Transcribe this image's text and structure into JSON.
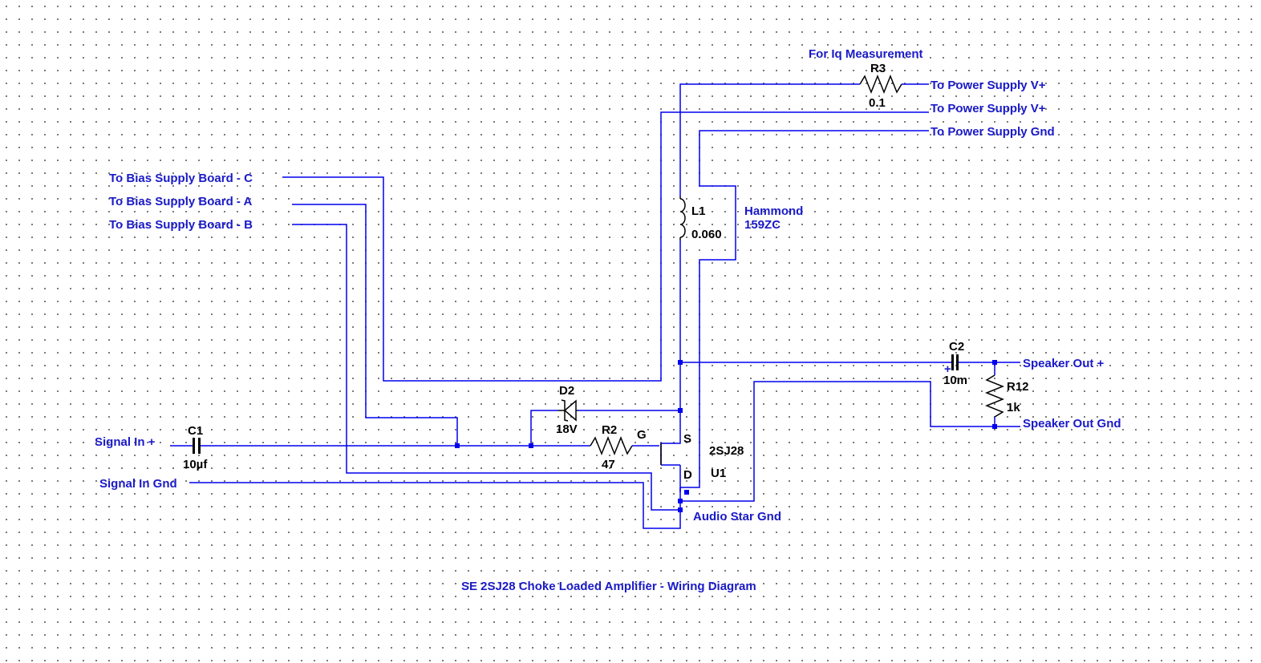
{
  "title": "SE 2SJ28 Choke Loaded Amplifier - Wiring Diagram",
  "nets": {
    "iq_note": "For Iq Measurement",
    "psu_vplus_1": "To Power Supply V+",
    "psu_vplus_2": "To Power Supply V+",
    "psu_gnd": "To Power Supply Gnd",
    "bias_c": "To Bias Supply Board - C",
    "bias_a": "To Bias Supply Board - A",
    "bias_b": "To Bias Supply Board - B",
    "signal_in_plus": "Signal In +",
    "signal_in_gnd": "Signal In Gnd",
    "speaker_out_plus": "Speaker Out +",
    "speaker_out_gnd": "Speaker Out Gnd",
    "audio_star_gnd": "Audio Star Gnd",
    "choke_part": "Hammond",
    "choke_model": "159ZC"
  },
  "components": {
    "r3": {
      "ref": "R3",
      "value": "0.1"
    },
    "l1": {
      "ref": "L1",
      "value": "0.060"
    },
    "c1": {
      "ref": "C1",
      "value": "10µf"
    },
    "c2": {
      "ref": "C2",
      "value": "10m",
      "polarity": "+"
    },
    "d2": {
      "ref": "D2",
      "value": "18V"
    },
    "r2": {
      "ref": "R2",
      "value": "47"
    },
    "r12": {
      "ref": "R12",
      "value": "1k"
    },
    "u1": {
      "ref": "U1",
      "part": "2SJ28",
      "pin_g": "G",
      "pin_s": "S",
      "pin_d": "D"
    }
  },
  "colors": {
    "wire": "#0000ee",
    "symbol": "#000000",
    "label": "#1a1ac8"
  }
}
